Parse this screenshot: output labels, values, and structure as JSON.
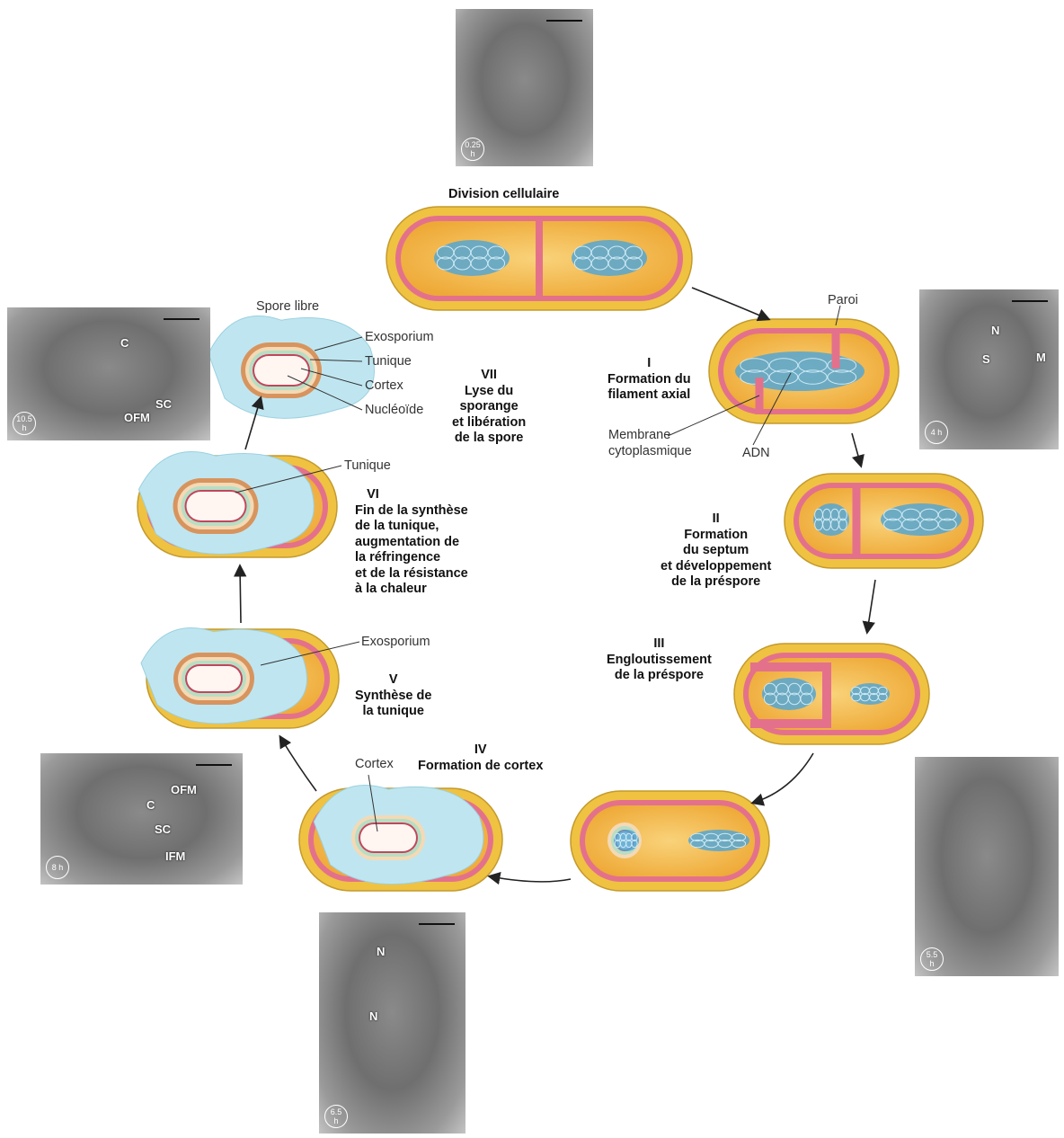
{
  "stages": {
    "division": {
      "title": [
        "Division cellulaire"
      ]
    },
    "s1": {
      "roman": "I",
      "title": [
        "Formation du",
        "filament axial"
      ]
    },
    "s2": {
      "roman": "II",
      "title": [
        "Formation",
        "du septum",
        "et développement",
        "de la préspore"
      ]
    },
    "s3": {
      "roman": "III",
      "title": [
        "Engloutissement",
        "de la préspore"
      ]
    },
    "s4": {
      "roman": "IV",
      "title": [
        "Formation de cortex"
      ]
    },
    "s5": {
      "roman": "V",
      "title": [
        "Synthèse de",
        "la tunique"
      ]
    },
    "s6": {
      "roman": "VI",
      "title": [
        "Fin de la synthèse",
        "de la tunique,",
        "augmentation de",
        "la réfringence",
        "et de la résistance",
        "à la chaleur"
      ]
    },
    "s7": {
      "roman": "VII",
      "title": [
        "Lyse du",
        "sporange",
        "et libération",
        "de la spore"
      ]
    }
  },
  "labels": {
    "paroi": "Paroi",
    "membrane": [
      "Membrane",
      "cytoplasmique"
    ],
    "adn": "ADN",
    "spore_libre": "Spore libre",
    "exosporium": "Exosporium",
    "tunique": "Tunique",
    "cortex": "Cortex",
    "nucleoide": "Nucléoïde",
    "tunique_vi": "Tunique",
    "exosporium_v": "Exosporium",
    "cortex_iv": "Cortex"
  },
  "micrographs": {
    "top": {
      "time": "0.25\nh",
      "marks": []
    },
    "right_upper": {
      "time": "4 h",
      "marks": [
        "N",
        "S",
        "M"
      ]
    },
    "right_lower": {
      "time": "5.5\nh",
      "marks": []
    },
    "bottom": {
      "time": "6.5\nh",
      "marks": [
        "N",
        "N"
      ]
    },
    "left_lower": {
      "time": "8 h",
      "marks": [
        "OFM",
        "C",
        "SC",
        "IFM"
      ]
    },
    "left_upper": {
      "time": "10.5\nh",
      "marks": [
        "C",
        "SC",
        "OFM"
      ]
    }
  },
  "colors": {
    "outer_wall": "#efc241",
    "wall_edge": "#c39a2e",
    "membrane": "#e4718b",
    "cytoplasm": "#f3b64c",
    "dna": "#55a6d2",
    "exosporium": "#bfe6f0",
    "cortex": "#b7dec4",
    "coat": "#d8945e",
    "arrow": "#222222"
  }
}
